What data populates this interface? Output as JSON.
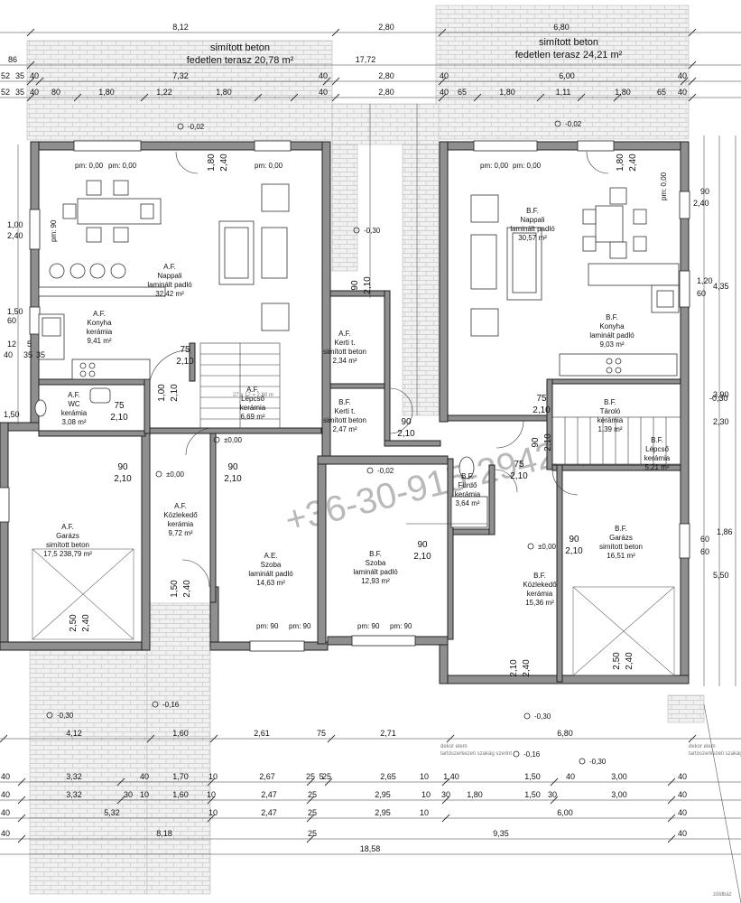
{
  "terraces": [
    {
      "id": "terrace-left",
      "line1": "simított beton",
      "line2": "fedetlen terasz 20,78 m²"
    },
    {
      "id": "terrace-right",
      "line1": "simított beton",
      "line2": "fedetlen terasz 24,21 m²"
    }
  ],
  "rooms": [
    {
      "id": "af-nappali",
      "lines": [
        "A.F.",
        "Nappali",
        "laminált padló",
        "32,42 m²"
      ]
    },
    {
      "id": "af-konyha",
      "lines": [
        "A.F.",
        "Konyha",
        "kerámia",
        "9,41 m²"
      ]
    },
    {
      "id": "af-wc",
      "lines": [
        "A.F.",
        "WC",
        "kerámia",
        "3,08 m²"
      ]
    },
    {
      "id": "af-lepcso",
      "lines": [
        "A.F.",
        "Lépcső",
        "kerámia",
        "6,69 m²"
      ]
    },
    {
      "id": "af-kerti",
      "lines": [
        "A.F.",
        "Kerti t.",
        "simított beton",
        "2,34 m²"
      ]
    },
    {
      "id": "bf-kerti",
      "lines": [
        "B.F.",
        "Kerti t.",
        "simított beton",
        "2,47 m²"
      ]
    },
    {
      "id": "af-garazs",
      "lines": [
        "A.F.",
        "Garázs",
        "simított beton",
        "17,5 238,79 m²"
      ]
    },
    {
      "id": "af-kozlekedo",
      "lines": [
        "A.F.",
        "Közlekedő",
        "kerámia",
        "9,72 m²"
      ]
    },
    {
      "id": "ae-szoba",
      "lines": [
        "A.E.",
        "Szoba",
        "laminált padló",
        "14,63 m²"
      ]
    },
    {
      "id": "bf-szoba",
      "lines": [
        "B.F.",
        "Szoba",
        "laminált padló",
        "12,93 m²"
      ]
    },
    {
      "id": "bf-furdo",
      "lines": [
        "B.F.",
        "Fürdő",
        "kerámia",
        "3,64 m²"
      ]
    },
    {
      "id": "bf-nappali",
      "lines": [
        "B.F.",
        "Nappali",
        "laminált padló",
        "30,57 m²"
      ]
    },
    {
      "id": "bf-konyha",
      "lines": [
        "B.F.",
        "Konyha",
        "laminált padló",
        "9,03 m²"
      ]
    },
    {
      "id": "bf-tarolo",
      "lines": [
        "B.F.",
        "Tároló",
        "kerámia",
        "1,39 m²"
      ]
    },
    {
      "id": "bf-lepcso",
      "lines": [
        "B.F.",
        "Lépcső",
        "kerámia",
        "5,21 m²"
      ]
    },
    {
      "id": "bf-kozlekedo",
      "lines": [
        "B.F.",
        "Közlekedő",
        "kerámia",
        "15,36 m²"
      ]
    },
    {
      "id": "bf-garazs",
      "lines": [
        "B.F.",
        "Garázs",
        "simított beton",
        "16,51 m²"
      ]
    }
  ],
  "top_dims": [
    {
      "row": 0,
      "items": [
        "8,12",
        "2,80",
        "6,80"
      ]
    },
    {
      "row": 1,
      "items": [
        "86",
        "17,72"
      ]
    },
    {
      "row": 2,
      "items": [
        "52",
        "35",
        "40",
        "7,32",
        "40",
        "2,80",
        "40",
        "6,00",
        "40"
      ]
    },
    {
      "row": 3,
      "items": [
        "52",
        "35",
        "40",
        "80",
        "1,80",
        "1,22",
        "1,80",
        "40",
        "2,80",
        "40",
        "65",
        "1,80",
        "1,11",
        "1,80",
        "65",
        "40"
      ]
    }
  ],
  "bottom_dims": [
    {
      "row": 0,
      "items": [
        "4,12",
        "1,60",
        "2,61",
        "75",
        "2,71",
        "6,80"
      ]
    },
    {
      "row": 1,
      "items": [
        "40",
        "3,32",
        "40",
        "1,70",
        "10",
        "2,67",
        "25",
        "5",
        "25",
        "2,65",
        "10",
        "1,40",
        "1,50",
        "40",
        "3,00",
        "40"
      ]
    },
    {
      "row": 2,
      "items": [
        "40",
        "3,32",
        "30",
        "10",
        "1,60",
        "10",
        "2,47",
        "25",
        "2,95",
        "10",
        "30",
        "1,80",
        "1,50",
        "30",
        "3,00",
        "40"
      ]
    },
    {
      "row": 3,
      "items": [
        "40",
        "5,32",
        "10",
        "2,47",
        "25",
        "2,95",
        "10",
        "6,00",
        "40"
      ]
    },
    {
      "row": 4,
      "items": [
        "40",
        "8,18",
        "25",
        "9,35",
        "40"
      ]
    },
    {
      "row": 5,
      "items": [
        "18,58"
      ]
    }
  ],
  "openings": [
    {
      "id": "d1",
      "w": "1,80",
      "h": "2,40"
    },
    {
      "id": "d2",
      "w": "1,80",
      "h": "2,40"
    },
    {
      "id": "d3",
      "w": "75",
      "h": "2,10"
    },
    {
      "id": "d4",
      "w": "75",
      "h": "2,10"
    },
    {
      "id": "d5",
      "w": "90",
      "h": "2,10"
    },
    {
      "id": "d6",
      "w": "90",
      "h": "2,10"
    },
    {
      "id": "d7",
      "w": "1,50",
      "h": "2,40"
    },
    {
      "id": "d8",
      "w": "90",
      "h": "2,10"
    },
    {
      "id": "d9",
      "w": "75",
      "h": "2,10"
    },
    {
      "id": "d10",
      "w": "90",
      "h": "2,10"
    },
    {
      "id": "d11",
      "w": "75",
      "h": "2,10"
    },
    {
      "id": "d12",
      "w": "90",
      "h": "2,10"
    },
    {
      "id": "d13",
      "w": "90",
      "h": "2,10"
    },
    {
      "id": "d14",
      "w": "2,50",
      "h": "2,40"
    },
    {
      "id": "d15",
      "w": "2,50",
      "h": "2,40"
    },
    {
      "id": "d16",
      "w": "2,10",
      "h": "2,40"
    },
    {
      "id": "d17",
      "w": "1,00",
      "h": "2,10"
    },
    {
      "id": "d18",
      "w": "90",
      "h": "2,10"
    }
  ],
  "sill_labels": [
    "pm: 0,00",
    "pm: 0,00",
    "pm: 0,00",
    "pm: 0,00",
    "pm: 0,00",
    "pm: 0,00",
    "pm: 90",
    "pm: 90",
    "pm: 90",
    "pm: 90",
    "pm: 90"
  ],
  "levels": [
    "±0,00",
    "±0,00",
    "±0,00",
    "-0,02",
    "-0,02",
    "-0,02",
    "-0,30",
    "-0,30",
    "-0,30",
    "-0,16",
    "-0,16",
    "-0,30"
  ],
  "misc_left": [
    "1,00",
    "2,40",
    "1,50",
    "60",
    "12",
    "5",
    "40",
    "35",
    "35",
    "1,50"
  ],
  "misc_right": [
    "90",
    "2,40",
    "1,20",
    "60",
    "4,35",
    "1,86",
    "5,50",
    "-0,30",
    "2,30",
    "3,90",
    "60",
    "60"
  ],
  "stair_label": "27 x 17 = 2,80 m",
  "decor_text": [
    "dekor elem",
    "tartószerkezeti szakág szerint"
  ],
  "watermark": "+36-30-915-2942",
  "credit": "zöldbáz"
}
